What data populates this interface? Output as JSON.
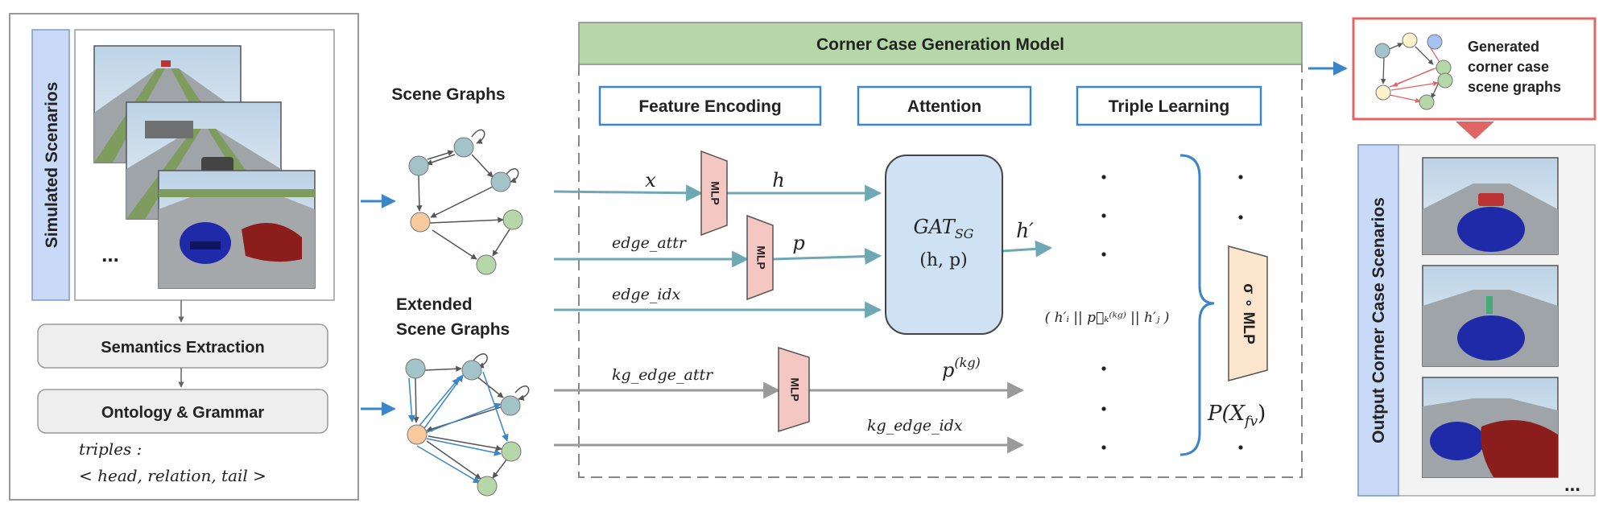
{
  "left_panel": {
    "vertical_label": "Simulated Scenarios",
    "ellipsis": "...",
    "box_semantics": "Semantics Extraction",
    "box_ontology": "Ontology & Grammar",
    "triples_label": "triples :",
    "triples_format": "< head, relation, tail >"
  },
  "graphs": {
    "scene_graphs_title": "Scene Graphs",
    "extended_title_line1": "Extended",
    "extended_title_line2": "Scene Graphs"
  },
  "model": {
    "title": "Corner Case Generation Model",
    "header_feature_encoding": "Feature Encoding",
    "header_attention": "Attention",
    "header_triple_learning": "Triple Learning",
    "input_x": "x",
    "input_edge_attr": "edge_attr",
    "input_edge_idx": "edge_idx",
    "input_kg_edge_attr": "kg_edge_attr",
    "input_kg_edge_idx": "kg_edge_idx",
    "mlp_label": "MLP",
    "output_h": "h",
    "output_p": "p",
    "output_p_kg": "p",
    "output_p_kg_sup": "(kg)",
    "gat_main": "GAT",
    "gat_sub": "SG",
    "gat_args": "(h, p)",
    "h_prime": "h′",
    "triple_formula": "( h′ᵢ || p⃗ₖ⁽ᵏᵍ⁾ || h′ⱼ )",
    "sigma_mlp": "σ ∘ MLP",
    "prob_label": "P(X",
    "prob_sub": "fv",
    "prob_close": ")"
  },
  "right_panel": {
    "generated_line1": "Generated",
    "generated_line2": "corner case",
    "generated_line3": "scene graphs",
    "vertical_label": "Output Corner Case Scenarios",
    "ellipsis": "..."
  },
  "colors": {
    "teal_arrow": "#6fa8b5",
    "gray_arrow": "#9a9a9a",
    "blue_arrow": "#3a86c8",
    "model_header_green": "#b6d7a8",
    "mlp_pink": "#f4c7c3",
    "gat_blue": "#cfe2f3",
    "sigma_orange": "#fce5cd",
    "node_teal": "#a2c4c9",
    "node_green": "#b6d7a8",
    "node_orange": "#f9cb9c",
    "vertical_label_blue": "#c9daf8",
    "red_edge": "#e06666"
  }
}
